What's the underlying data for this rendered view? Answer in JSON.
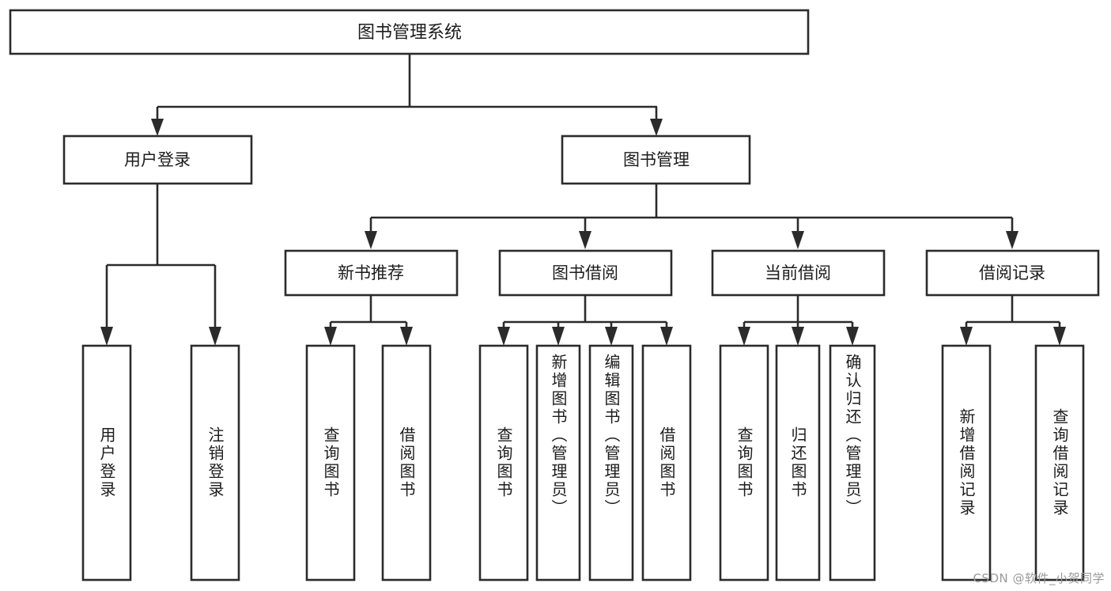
{
  "diagram": {
    "kind": "functional-decomposition-tree",
    "title_node": {
      "id": "root",
      "label": "图书管理系统"
    },
    "levels": [
      {
        "level": 1,
        "nodes": [
          {
            "id": "root",
            "label": "图书管理系统"
          }
        ]
      },
      {
        "level": 2,
        "nodes": [
          {
            "id": "login",
            "label": "用户登录",
            "parent": "root"
          },
          {
            "id": "bookmgmt",
            "label": "图书管理",
            "parent": "root"
          }
        ]
      },
      {
        "level": 3,
        "nodes": [
          {
            "id": "newbook",
            "label": "新书推荐",
            "parent": "bookmgmt"
          },
          {
            "id": "borrow",
            "label": "图书借阅",
            "parent": "bookmgmt"
          },
          {
            "id": "current",
            "label": "当前借阅",
            "parent": "bookmgmt"
          },
          {
            "id": "record",
            "label": "借阅记录",
            "parent": "bookmgmt"
          }
        ]
      },
      {
        "level": 4,
        "nodes": [
          {
            "id": "leaf1",
            "label": "用户登录",
            "parent": "login"
          },
          {
            "id": "leaf2",
            "label": "注销登录",
            "parent": "login"
          },
          {
            "id": "leaf3",
            "label": "查询图书",
            "parent": "newbook"
          },
          {
            "id": "leaf4",
            "label": "借阅图书",
            "parent": "newbook"
          },
          {
            "id": "leaf5",
            "label": "查询图书",
            "parent": "borrow"
          },
          {
            "id": "leaf6",
            "label": "新增图书（管理员）",
            "parent": "borrow"
          },
          {
            "id": "leaf7",
            "label": "编辑图书（管理员）",
            "parent": "borrow"
          },
          {
            "id": "leaf8",
            "label": "借阅图书",
            "parent": "borrow"
          },
          {
            "id": "leaf9",
            "label": "查询图书",
            "parent": "current"
          },
          {
            "id": "leaf10",
            "label": "归还图书",
            "parent": "current"
          },
          {
            "id": "leaf11",
            "label": "确认归还（管理员）",
            "parent": "current"
          },
          {
            "id": "leaf12",
            "label": "新增借阅记录",
            "parent": "record"
          },
          {
            "id": "leaf13",
            "label": "查询借阅记录",
            "parent": "record"
          }
        ]
      }
    ],
    "colors": {
      "stroke": "#2b2b2b",
      "fill": "#ffffff",
      "text": "#1c1c1c",
      "watermark": "#9a9a9a",
      "background": "#ffffff"
    }
  },
  "watermark": {
    "text": "CSDN @软件_小贺同学"
  }
}
